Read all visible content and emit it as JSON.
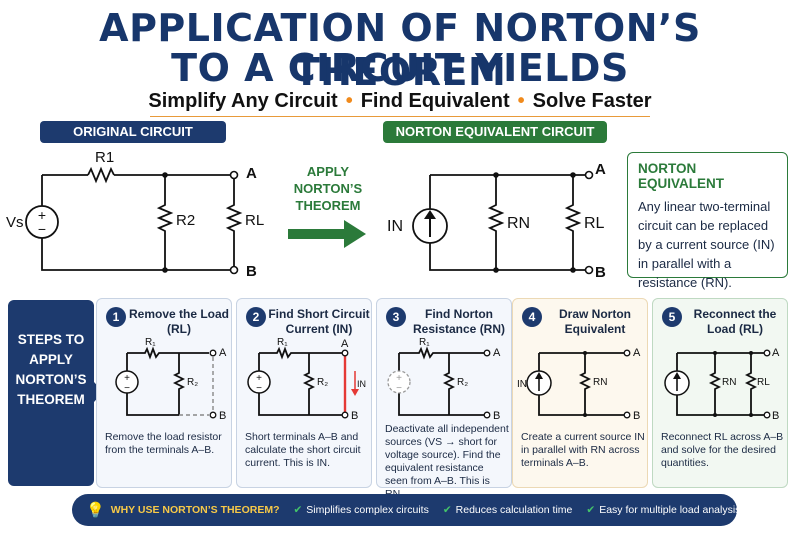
{
  "title": {
    "line1": "APPLICATION OF NORTON’S THEOREM",
    "line2": "TO A CIRCUIT YIELDS"
  },
  "subtitle": {
    "a": "Simplify Any Circuit",
    "b": "Find Equivalent",
    "c": "Solve Faster"
  },
  "original": {
    "tag": "ORIGINAL CIRCUIT",
    "r1": "R1",
    "r2": "R2",
    "rl": "RL",
    "vs": "Vs",
    "a": "A",
    "b": "B"
  },
  "apply": {
    "text": "APPLY NORTON’S THEOREM"
  },
  "equivalent": {
    "tag": "NORTON EQUIVALENT CIRCUIT",
    "in": "IN",
    "rn": "RN",
    "rl": "RL",
    "a": "A",
    "b": "B"
  },
  "norton_box": {
    "heading": "NORTON EQUIVALENT",
    "text": "Any linear two-terminal circuit can be replaced by a current source (IN) in parallel with a resistance (RN)."
  },
  "steps_label": "STEPS TO APPLY NORTON’S THEOREM",
  "steps": [
    {
      "num": "1",
      "title": "Remove the Load (RL)",
      "desc": "Remove the load resistor from the terminals A–B."
    },
    {
      "num": "2",
      "title": "Find Short Circuit Current (IN)",
      "desc": "Short terminals A–B and calculate the short circuit current. This is IN."
    },
    {
      "num": "3",
      "title": "Find Norton Resistance (RN)",
      "desc": "Deactivate all independent sources (VS → short for voltage source). Find the equivalent resistance seen from A–B. This is RN."
    },
    {
      "num": "4",
      "title": "Draw Norton Equivalent",
      "desc": "Create a current source IN in parallel with RN across terminals A–B."
    },
    {
      "num": "5",
      "title": "Reconnect the Load (RL)",
      "desc": "Reconnect RL across A–B and solve for the desired quantities."
    }
  ],
  "bottom": {
    "why": "WHY USE NORTON’S THEOREM?",
    "items": [
      "Simplifies complex circuits",
      "Reduces calculation time",
      "Easy for multiple load analysis"
    ]
  },
  "colors": {
    "navy": "#1d3a6e",
    "green": "#2b7a3a",
    "orange": "#f08a1c",
    "red": "#e53935",
    "yellow": "#f7c948"
  },
  "icons": [
    "plus-minus-source-icon",
    "current-source-arrow-icon",
    "right-arrow-icon",
    "lightbulb-icon",
    "check-icon"
  ]
}
